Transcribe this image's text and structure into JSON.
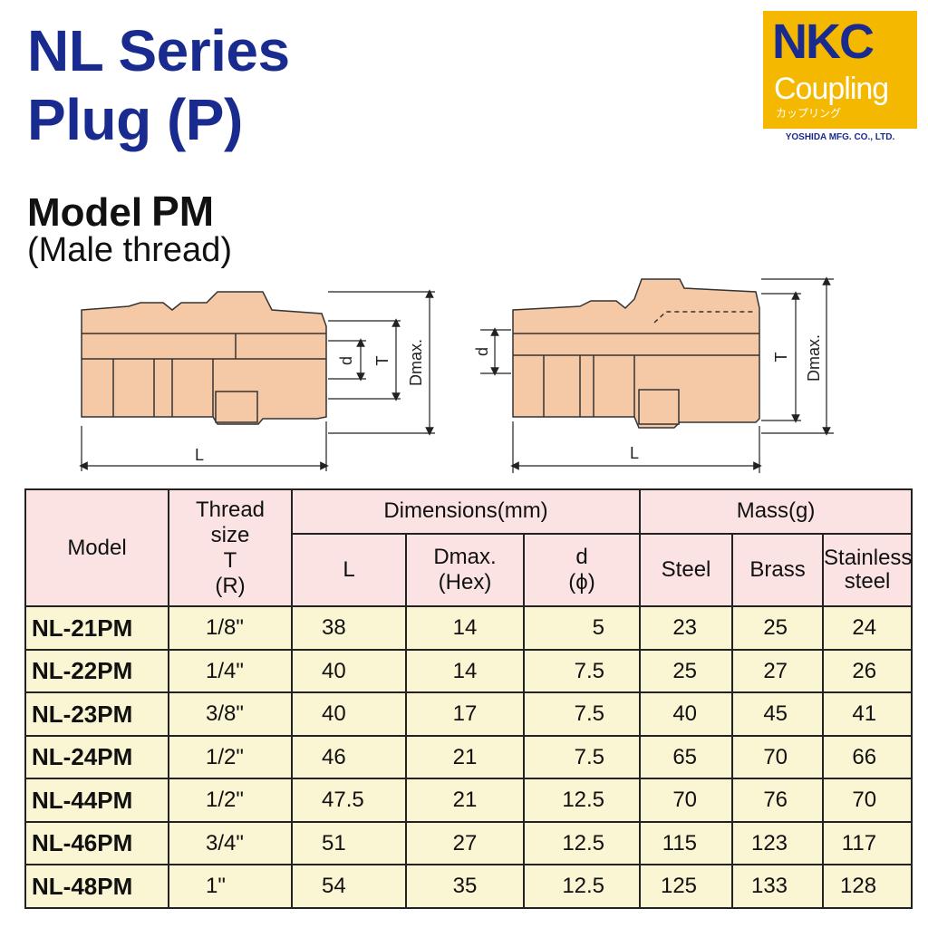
{
  "title": {
    "line1": "NL Series",
    "line2": "Plug (P)"
  },
  "logo": {
    "brand": "NKC",
    "word": "Coupling",
    "kana": "カップリング",
    "maker": "YOSHIDA MFG. CO., LTD."
  },
  "model": {
    "prefix": "Model",
    "code": "PM",
    "subtitle": "(Male thread)"
  },
  "diagram": {
    "label_d": "d",
    "label_T": "T",
    "label_Dmax": "Dmax.",
    "label_L": "L"
  },
  "colors": {
    "title_blue": "#1a2b8f",
    "logo_yellow": "#f5b800",
    "header_pink": "#fbe3e4",
    "cell_cream": "#faf5d2",
    "part_fill": "#f6c9a6"
  },
  "table": {
    "headers": {
      "model": "Model",
      "thread_1": "Thread",
      "thread_2": "size",
      "thread_3": "T",
      "thread_4": "(R)",
      "dimensions": "Dimensions(mm)",
      "mass": "Mass(g)",
      "L": "L",
      "dmax_1": "Dmax.",
      "dmax_2": "(Hex)",
      "d_1": "d",
      "d_2": "(ϕ)",
      "steel": "Steel",
      "brass": "Brass",
      "stainless_1": "Stainless",
      "stainless_2": "steel"
    },
    "rows": [
      {
        "model": "NL-21PM",
        "thread": "1/8\"",
        "L": "38",
        "dmax": "14",
        "d": "5",
        "steel": "23",
        "brass": "25",
        "stainless": "24"
      },
      {
        "model": "NL-22PM",
        "thread": "1/4\"",
        "L": "40",
        "dmax": "14",
        "d": "7.5",
        "steel": "25",
        "brass": "27",
        "stainless": "26"
      },
      {
        "model": "NL-23PM",
        "thread": "3/8\"",
        "L": "40",
        "dmax": "17",
        "d": "7.5",
        "steel": "40",
        "brass": "45",
        "stainless": "41"
      },
      {
        "model": "NL-24PM",
        "thread": "1/2\"",
        "L": "46",
        "dmax": "21",
        "d": "7.5",
        "steel": "65",
        "brass": "70",
        "stainless": "66"
      },
      {
        "model": "NL-44PM",
        "thread": "1/2\"",
        "L": "47.5",
        "dmax": "21",
        "d": "12.5",
        "steel": "70",
        "brass": "76",
        "stainless": "70"
      },
      {
        "model": "NL-46PM",
        "thread": "3/4\"",
        "L": "51",
        "dmax": "27",
        "d": "12.5",
        "steel": "115",
        "brass": "123",
        "stainless": "117"
      },
      {
        "model": "NL-48PM",
        "thread": "1\"",
        "L": "54",
        "dmax": "35",
        "d": "12.5",
        "steel": "125",
        "brass": "133",
        "stainless": "128"
      }
    ]
  }
}
